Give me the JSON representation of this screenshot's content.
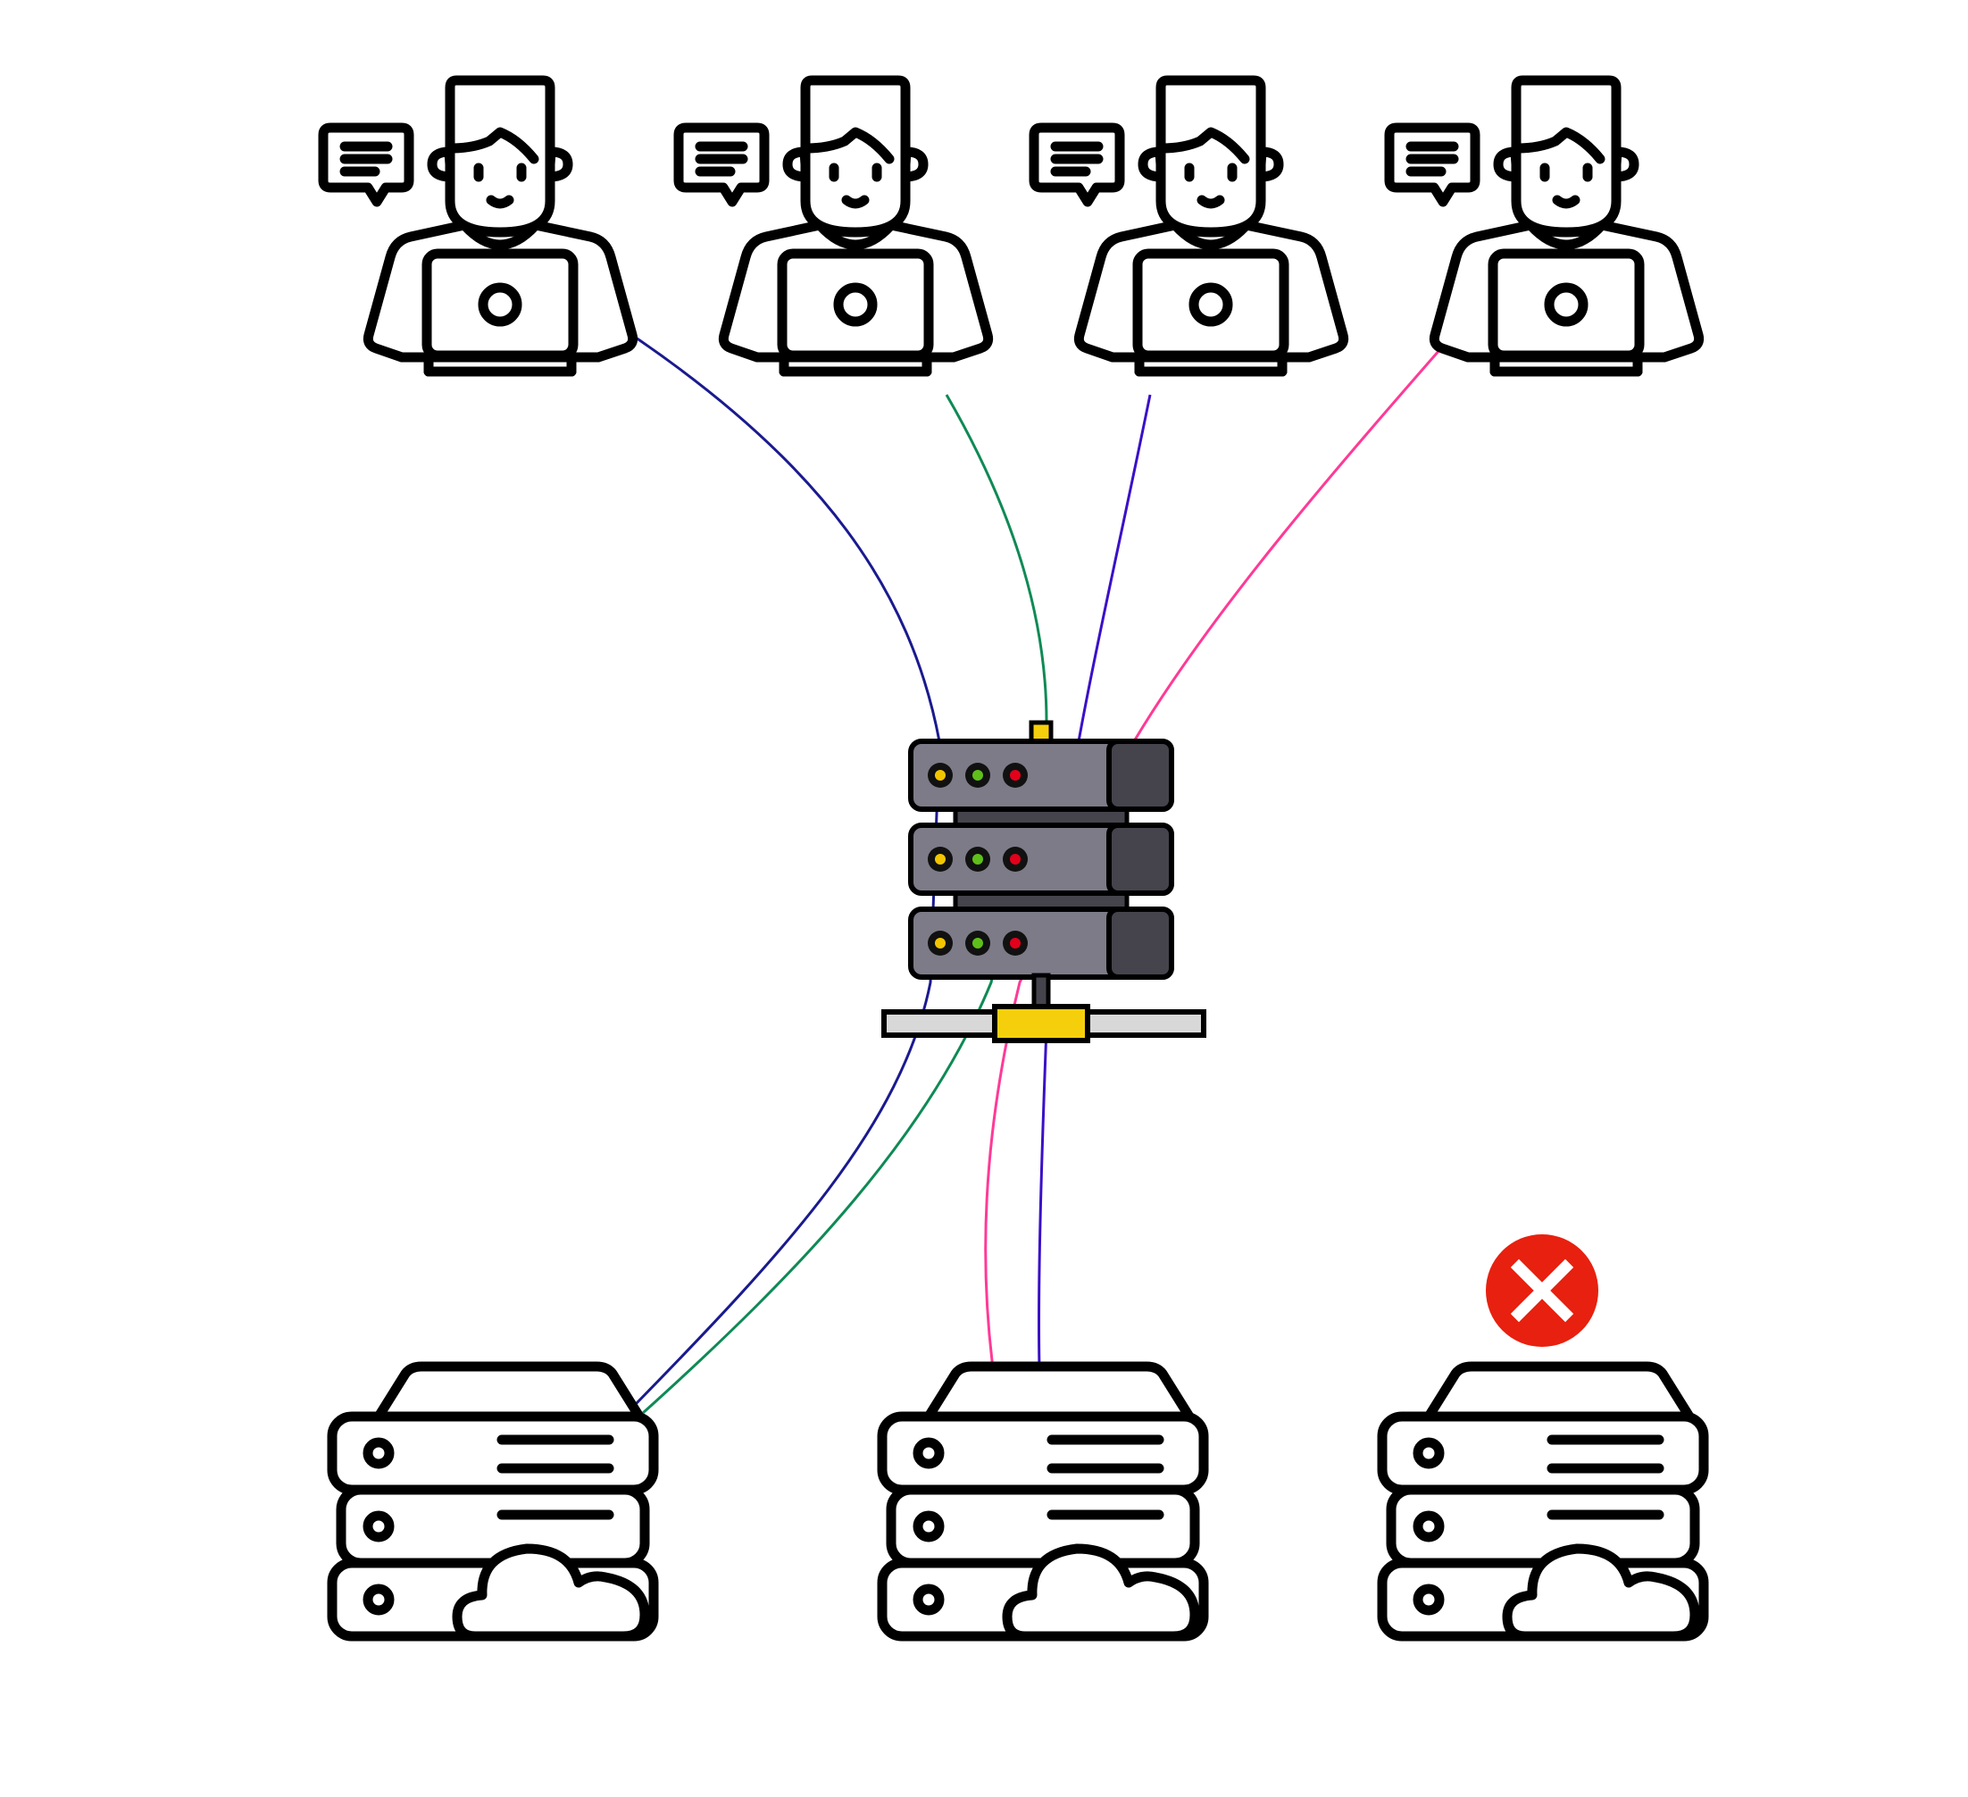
{
  "diagram": {
    "background": "#ffffff",
    "clients": [
      {
        "id": "client-1",
        "icon": "person-with-laptop-icon",
        "bubble_icon": "chat-bubble-icon"
      },
      {
        "id": "client-2",
        "icon": "person-with-laptop-icon",
        "bubble_icon": "chat-bubble-icon"
      },
      {
        "id": "client-3",
        "icon": "person-with-laptop-icon",
        "bubble_icon": "chat-bubble-icon"
      },
      {
        "id": "client-4",
        "icon": "person-with-laptop-icon",
        "bubble_icon": "chat-bubble-icon"
      }
    ],
    "load_balancer": {
      "icon": "server-rack-icon",
      "unit_count": 3,
      "led_colors": [
        "#f2c500",
        "#5fbf1a",
        "#e3001b"
      ],
      "body_color": "#7c7b87",
      "side_color": "#45444c",
      "bar_color": "#f6cf0c"
    },
    "backends": [
      {
        "id": "backend-1",
        "icon": "cloud-server-icon",
        "status": "online"
      },
      {
        "id": "backend-2",
        "icon": "cloud-server-icon",
        "status": "online"
      },
      {
        "id": "backend-3",
        "icon": "cloud-server-icon",
        "status": "offline",
        "status_icon": "error-x-icon",
        "status_color": "#e8200f"
      }
    ],
    "connections": [
      {
        "from": "client-1",
        "to": "backend-1",
        "color": "#1a1a8f"
      },
      {
        "from": "client-2",
        "to": "backend-1",
        "color": "#0f8a55"
      },
      {
        "from": "client-3",
        "to": "backend-2",
        "color": "#3a10c8"
      },
      {
        "from": "client-4",
        "to": "backend-2",
        "color": "#ff3a96"
      }
    ]
  }
}
